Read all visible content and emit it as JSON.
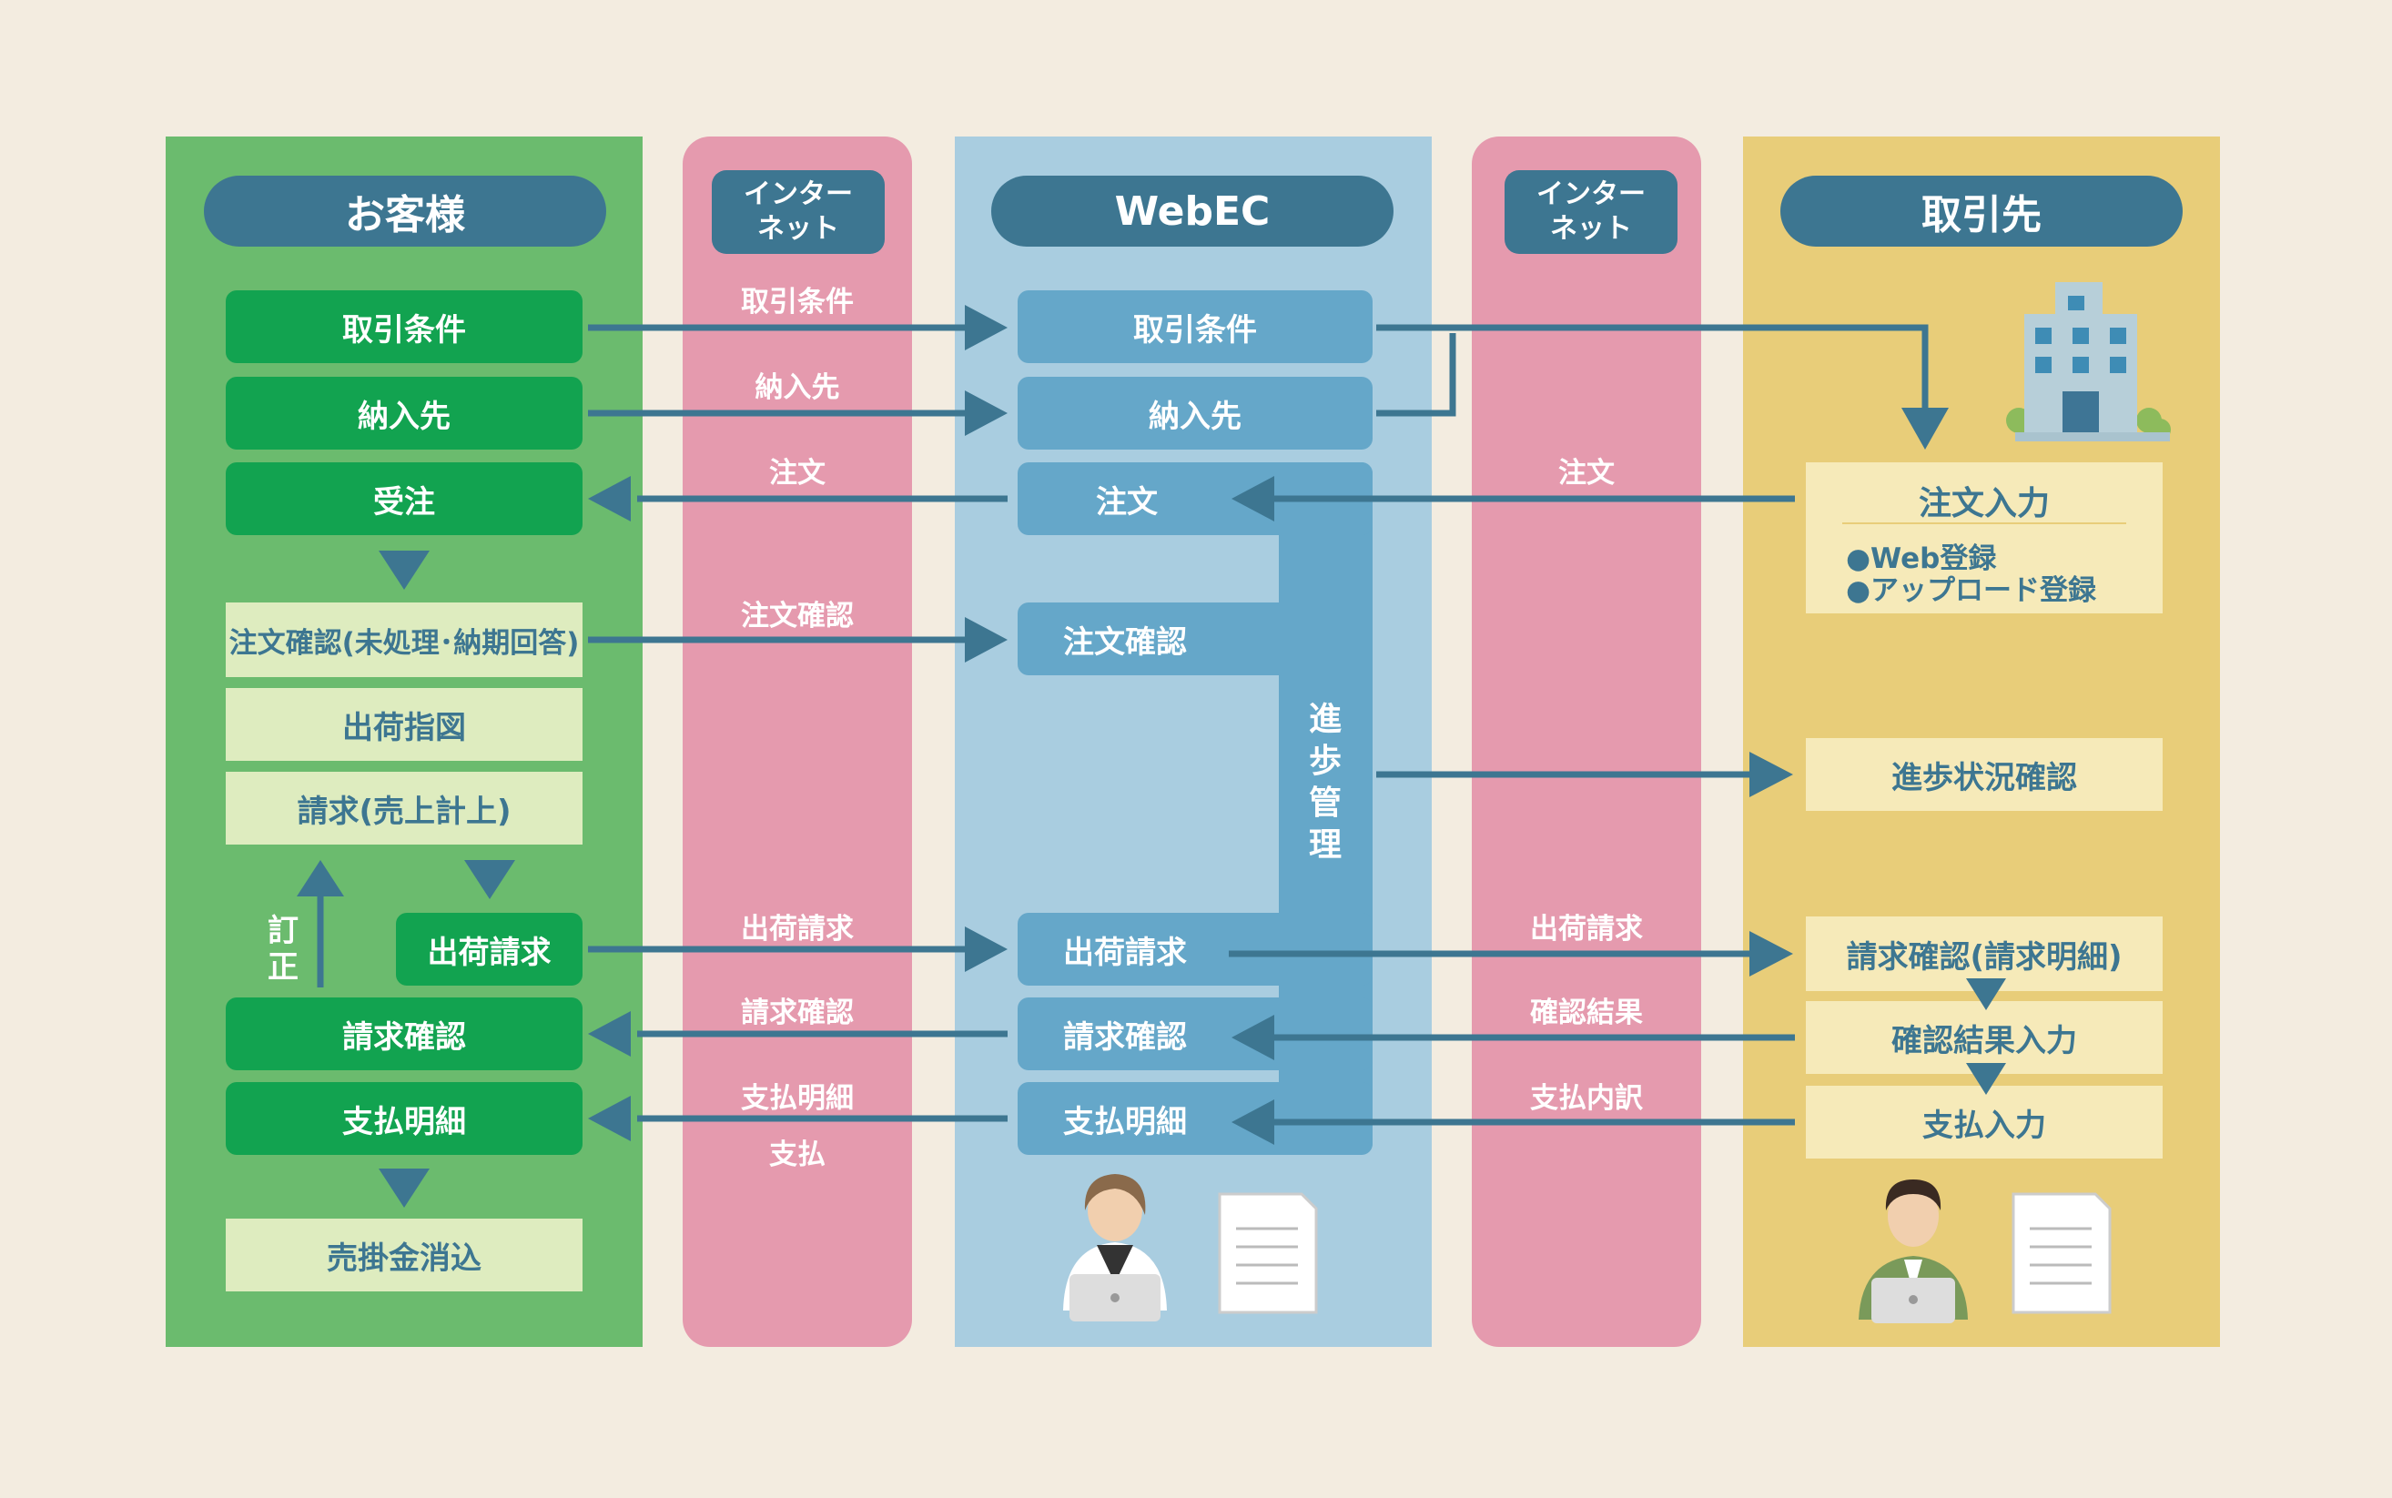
{
  "headers": {
    "customer": "お客様",
    "internet_left": [
      "インター",
      "ネット"
    ],
    "webec": "WebEC",
    "internet_right": [
      "インター",
      "ネット"
    ],
    "partner": "取引先"
  },
  "customer": {
    "terms": "取引条件",
    "delivery": "納入先",
    "order_received": "受注",
    "order_confirm": "注文確認(未処理･納期回答)",
    "shipping_instruction": "出荷指図",
    "invoice": "請求(売上計上)",
    "shipping_request": "出荷請求",
    "correction": "訂正",
    "invoice_confirm": "請求確認",
    "payment_detail": "支払明細",
    "receivable_clearing": "売掛金消込"
  },
  "internet_left": {
    "terms": "取引条件",
    "delivery": "納入先",
    "order": "注文",
    "order_confirm": "注文確認",
    "shipping_request": "出荷請求",
    "invoice_confirm": "請求確認",
    "payment_detail": "支払明細",
    "payment": "支払"
  },
  "webec": {
    "terms": "取引条件",
    "delivery": "納入先",
    "order": "注文",
    "order_confirm": "注文確認",
    "progress_management": "進歩管理",
    "shipping_request": "出荷請求",
    "invoice_confirm": "請求確認",
    "payment_detail": "支払明細"
  },
  "internet_right": {
    "order": "注文",
    "shipping_request": "出荷請求",
    "confirm_result": "確認結果",
    "payment_breakdown": "支払内訳"
  },
  "partner": {
    "order_input": "注文入力",
    "web_register": "●Web登録",
    "upload_register": "●アップロード登録",
    "progress_check": "進歩状況確認",
    "invoice_confirm": "請求確認(請求明細)",
    "result_input": "確認結果入力",
    "payment_input": "支払入力"
  },
  "colors": {
    "background": "#f3ece0",
    "customer_lane": "#6bbb6e",
    "internet_lane": "#e59aae",
    "webec_lane": "#a9cde0",
    "partner_lane": "#e8cd79",
    "header": "#3d7691",
    "arrow": "#3d7691",
    "customer_box": "#12a350",
    "customer_box_light": "#deecbf",
    "webec_box": "#65a7c9",
    "partner_box": "#f6eab9"
  }
}
